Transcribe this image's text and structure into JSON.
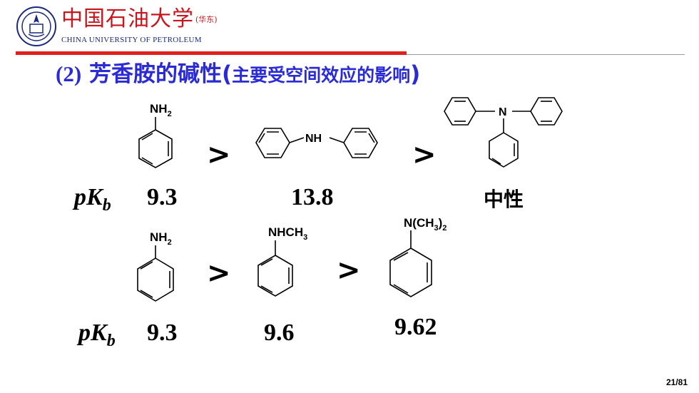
{
  "header": {
    "university_cn": "中国石油大学",
    "university_cn_suffix": "(华东)",
    "university_en": "CHINA UNIVERSITY OF PETROLEUM"
  },
  "title": {
    "number": "(2)",
    "main": "芳香胺的碱性",
    "paren_open": "(",
    "note": "主要受空间效应的影响",
    "paren_close": ")"
  },
  "row1": {
    "comparator": ">",
    "pkb_label": "pK",
    "pkb_sub": "b",
    "compounds": [
      {
        "group": "NH",
        "group_sub": "2",
        "value": "9.3"
      },
      {
        "group": "NH",
        "value": "13.8"
      },
      {
        "group": "N",
        "value": "中性"
      }
    ]
  },
  "row2": {
    "comparator": ">",
    "pkb_label": "pK",
    "pkb_sub": "b",
    "compounds": [
      {
        "group": "NH",
        "group_sub": "2",
        "value": "9.3"
      },
      {
        "group": "NHCH",
        "group_sub": "3",
        "value": "9.6"
      },
      {
        "group": "N(CH",
        "group_sub": "3",
        "group_tail": ")",
        "group_sub2": "2",
        "value": "9.62"
      }
    ]
  },
  "footer": {
    "page_number": "21/81"
  }
}
